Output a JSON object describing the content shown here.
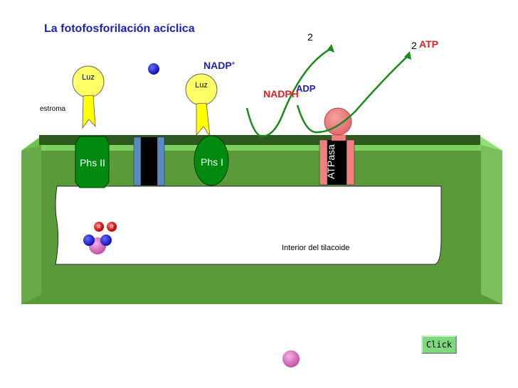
{
  "title": "La fotofosforilación acíclica",
  "labels": {
    "estroma": "estroma",
    "luz_left": "Luz",
    "luz_right": "Luz",
    "nadp": "NADP",
    "nadp_sup": "+",
    "nadph": "NADPH",
    "adp": "ADP",
    "two_left": "2",
    "two_right": "2",
    "atp": "ATP",
    "phs2": "Phs II",
    "phs1": "Phs I",
    "atpasa": "ATPasa",
    "interior": "Interior del tilacoide",
    "e1": "e",
    "e2": "e"
  },
  "button": {
    "click": "Click"
  },
  "colors": {
    "title_blue": "#1f1fb4",
    "red": "#e02020",
    "membrane_green": "#5a9a3a",
    "dark_green": "#107a10",
    "arrow_green": "#1a8a1a",
    "light_yellow": "#ffff66",
    "cytochrome_blue": "#5a8ac0",
    "atpasa_pink": "#f08080"
  }
}
